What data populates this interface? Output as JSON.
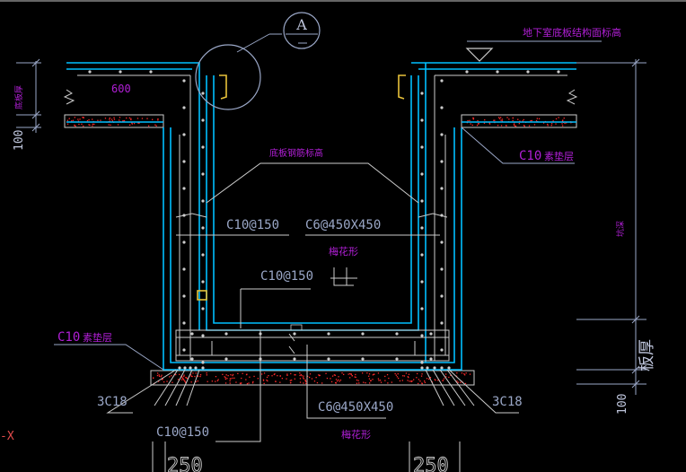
{
  "colors": {
    "background": "#000000",
    "wall": "#00bfff",
    "dim": "#9aa7c7",
    "label_purple": "#b11fd6",
    "label_white": "#bfc6dd",
    "rebar": "#cccccc",
    "concrete_speck": "#ff2a2a",
    "hook": "#e8c23a",
    "cursor": "#e14b4b"
  },
  "labels": {
    "detail_marker_letter": "A",
    "basement_top_elevation": "地下室底板结构面标高",
    "dim_600": "600",
    "dim_100_left": "100",
    "dim_100_right": "100",
    "slab_thickness_left": "底板厚",
    "c10_top_right": "C10",
    "cushion_top_right": "素垫层",
    "pit_bottom_elevation": "底板钢筋标高",
    "rebar_c10_150_top": "C10@150",
    "rebar_c6_top": "C6@450X450",
    "plum_top": "梅花形",
    "rebar_c10_150_mid": "C10@150",
    "depth_right": "坑深",
    "slab_thickness_right": "板厚",
    "c10_left": "C10",
    "cushion_left": "素垫层",
    "rebar_3c18_left": "3C18",
    "rebar_3c18_right": "3C18",
    "rebar_c10_150_bottom": "C10@150",
    "rebar_c6_bottom": "C6@450X450",
    "plum_bottom": "梅花形",
    "dim_250_left": "250",
    "dim_250_right": "250",
    "axis_x": "-X"
  },
  "icons": {
    "detail_marker": "circle-callout-icon",
    "elevation_marker": "triangle-elevation-icon",
    "cursor_box": "square-cursor-icon"
  }
}
